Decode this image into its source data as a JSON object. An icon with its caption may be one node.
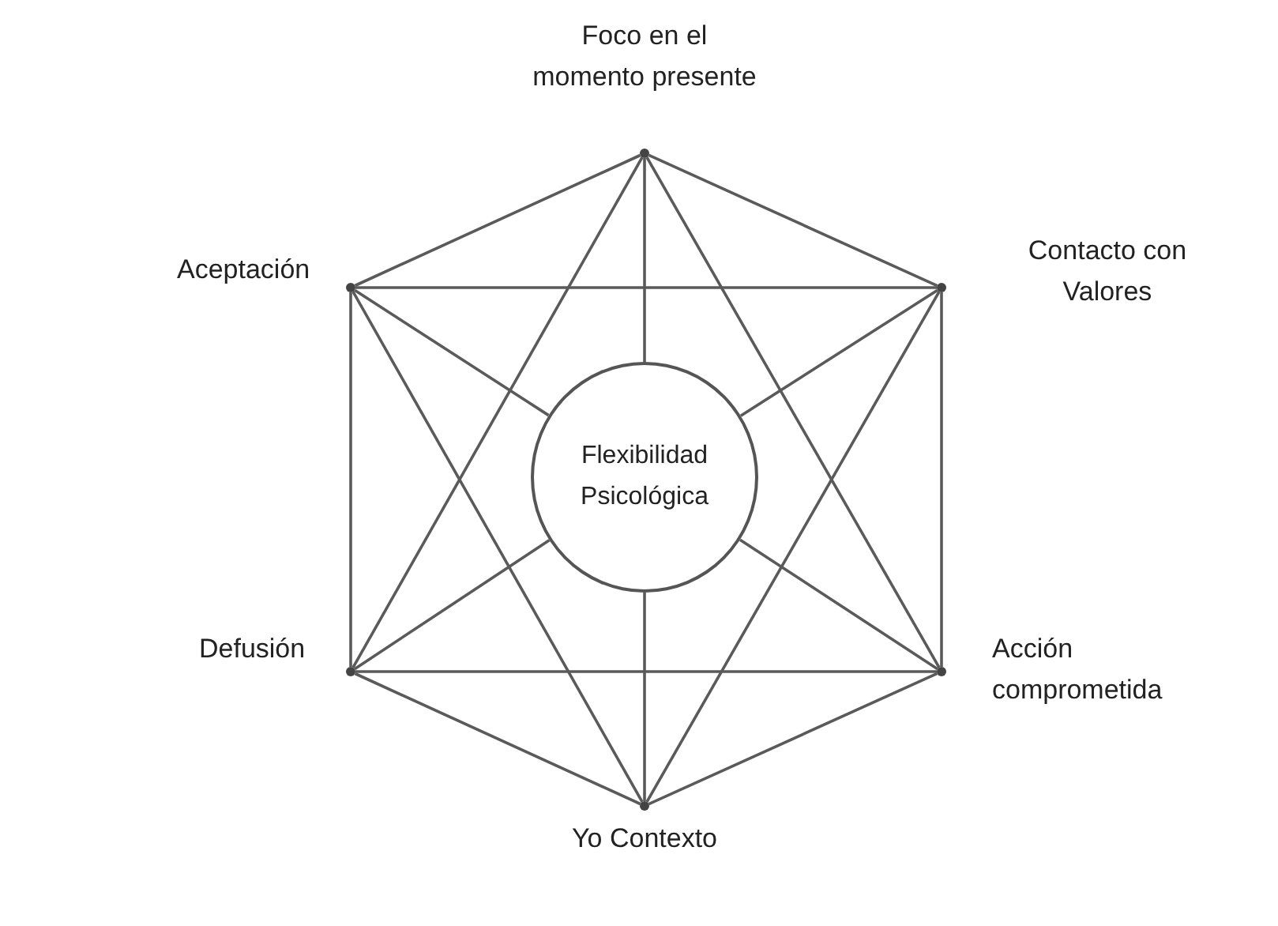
{
  "diagram": {
    "nodes": [
      {
        "text": [],
        "shape": "point",
        "beside": [
          "Foco en el momento presente"
        ]
      },
      {
        "text": [],
        "shape": "point",
        "beside": [
          "Aceptación"
        ]
      },
      {
        "text": [],
        "shape": "point",
        "beside": [
          "Contacto con Valores"
        ]
      },
      {
        "text": [],
        "shape": "point",
        "beside": [
          "Defusión"
        ]
      },
      {
        "text": [],
        "shape": "point",
        "beside": [
          "Acción comprometida"
        ]
      },
      {
        "text": [],
        "shape": "point",
        "beside": [
          "Yo Contexto"
        ]
      },
      {
        "text": [
          "Flexibilidad Psicológica"
        ]
      }
    ],
    "edges": [
      {
        "from": 0,
        "to": 2,
        "arrow": "none"
      },
      {
        "from": 2,
        "to": 4,
        "arrow": "none"
      },
      {
        "from": 4,
        "to": 5,
        "arrow": "none"
      },
      {
        "from": 5,
        "to": 3,
        "arrow": "none"
      },
      {
        "from": 3,
        "to": 1,
        "arrow": "none"
      },
      {
        "from": 1,
        "to": 0,
        "arrow": "none"
      },
      {
        "from": 0,
        "to": 4,
        "arrow": "none"
      },
      {
        "from": 0,
        "to": 3,
        "arrow": "none"
      },
      {
        "from": 1,
        "to": 2,
        "arrow": "none"
      },
      {
        "from": 3,
        "to": 4,
        "arrow": "none"
      },
      {
        "from": 1,
        "to": 5,
        "arrow": "none"
      },
      {
        "from": 2,
        "to": 5,
        "arrow": "none"
      },
      {
        "from": 0,
        "to": 6,
        "arrow": "none"
      },
      {
        "from": 1,
        "to": 6,
        "arrow": "none"
      },
      {
        "from": 2,
        "to": 6,
        "arrow": "none"
      },
      {
        "from": 3,
        "to": 6,
        "arrow": "none"
      },
      {
        "from": 4,
        "to": 6,
        "arrow": "none"
      },
      {
        "from": 5,
        "to": 6,
        "arrow": "none"
      }
    ]
  }
}
